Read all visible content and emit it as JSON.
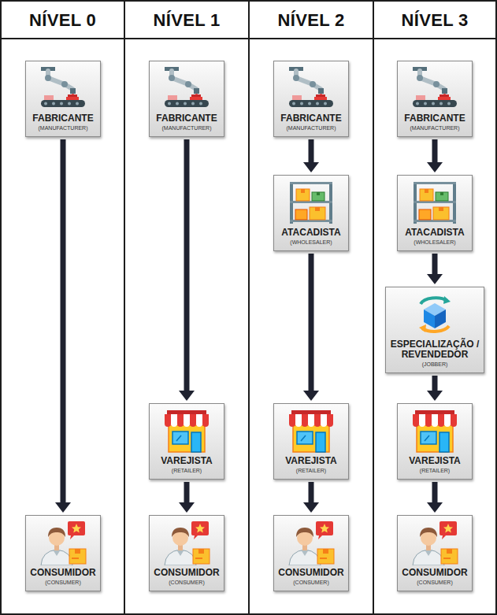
{
  "diagram": {
    "nodes": [
      {
        "text": [
          "NÍVEL 0"
        ]
      },
      {
        "text": [
          "FABRICANTE",
          "(MANUFACTURER)"
        ],
        "in": 0
      },
      {
        "text": [
          "CONSUMIDOR",
          "(CONSUMER)"
        ],
        "in": 0
      },
      {
        "text": [
          "NÍVEL 1"
        ]
      },
      {
        "text": [
          "FABRICANTE",
          "(MANUFACTURER)"
        ],
        "in": 3
      },
      {
        "text": [
          "VAREJISTA",
          "(RETAILER)"
        ],
        "in": 3
      },
      {
        "text": [
          "CONSUMIDOR",
          "(CONSUMER)"
        ],
        "in": 3
      },
      {
        "text": [
          "NÍVEL 2"
        ]
      },
      {
        "text": [
          "FABRICANTE",
          "(MANUFACTURER)"
        ],
        "in": 7
      },
      {
        "text": [
          "ATACADISTA",
          "(WHOLESALER)"
        ],
        "in": 7
      },
      {
        "text": [
          "VAREJISTA",
          "(RETAILER)"
        ],
        "in": 7
      },
      {
        "text": [
          "CONSUMIDOR",
          "(CONSUMER)"
        ],
        "in": 7
      },
      {
        "text": [
          "NÍVEL 3"
        ]
      },
      {
        "text": [
          "FABRICANTE",
          "(MANUFACTURER)"
        ],
        "in": 12
      },
      {
        "text": [
          "ATACADISTA",
          "(WHOLESALER)"
        ],
        "in": 12
      },
      {
        "text": [
          "ESPECIALIZAÇÃO / REVENDEDOR",
          "(JOBBER)"
        ],
        "in": 12
      },
      {
        "text": [
          "VAREJISTA",
          "(RETAILER)"
        ],
        "in": 12
      },
      {
        "text": [
          "CONSUMIDOR",
          "(CONSUMER)"
        ],
        "in": 12
      }
    ],
    "edges": [
      {
        "from": 1,
        "to": 2,
        "arrow": "to"
      },
      {
        "from": 4,
        "to": 5,
        "arrow": "to"
      },
      {
        "from": 5,
        "to": 6,
        "arrow": "to"
      },
      {
        "from": 8,
        "to": 9,
        "arrow": "to"
      },
      {
        "from": 9,
        "to": 10,
        "arrow": "to"
      },
      {
        "from": 10,
        "to": 11,
        "arrow": "to"
      },
      {
        "from": 13,
        "to": 14,
        "arrow": "to"
      },
      {
        "from": 14,
        "to": 15,
        "arrow": "to"
      },
      {
        "from": 15,
        "to": 16,
        "arrow": "to"
      },
      {
        "from": 16,
        "to": 17,
        "arrow": "to"
      }
    ]
  }
}
